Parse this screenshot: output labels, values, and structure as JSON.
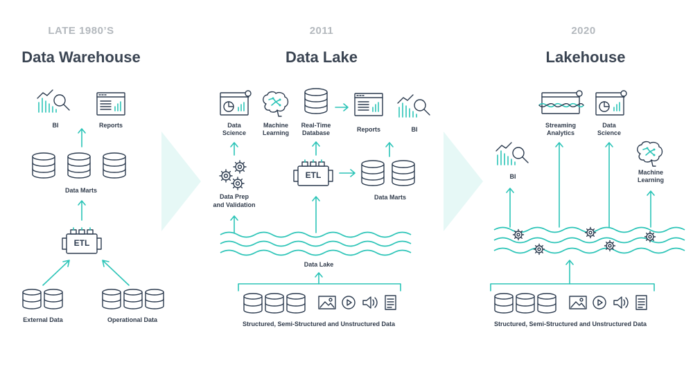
{
  "colors": {
    "accent": "#2bc4b7",
    "ink": "#2b3a4e",
    "era": "#b3b8bd",
    "title": "#3a4452",
    "chevron": "#e6f8f6"
  },
  "warehouse": {
    "era": "LATE 1980’S",
    "title": "Data Warehouse",
    "bi": "BI",
    "reports": "Reports",
    "marts": "Data Marts",
    "etl": "ETL",
    "external": "External Data",
    "operational": "Operational Data"
  },
  "lake": {
    "era": "2011",
    "title": "Data Lake",
    "science_1": "Data",
    "science_2": "Science",
    "ml_1": "Machine",
    "ml_2": "Learning",
    "rtdb_1": "Real-Time",
    "rtdb_2": "Database",
    "reports": "Reports",
    "bi": "BI",
    "prep_1": "Data Prep",
    "prep_2": "and Validation",
    "etl": "ETL",
    "marts": "Data Marts",
    "lake_label": "Data Lake",
    "sources": "Structured, Semi-Structured and Unstructured Data"
  },
  "lakehouse": {
    "era": "2020",
    "title": "Lakehouse",
    "streaming_1": "Streaming",
    "streaming_2": "Analytics",
    "science_1": "Data",
    "science_2": "Science",
    "bi": "BI",
    "ml_1": "Machine",
    "ml_2": "Learning",
    "sources": "Structured, Semi-Structured and Unstructured Data"
  }
}
